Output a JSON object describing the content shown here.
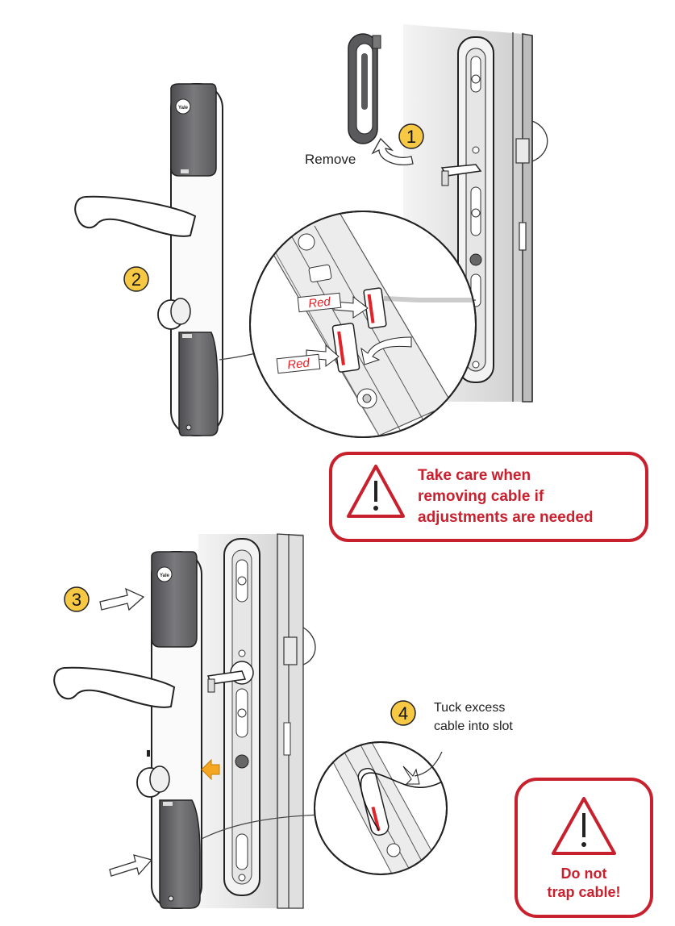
{
  "steps": [
    {
      "number": "1",
      "label": "Remove"
    },
    {
      "number": "2"
    },
    {
      "number": "3"
    },
    {
      "number": "4",
      "label": "Tuck excess\ncable into slot"
    }
  ],
  "connector_labels": [
    "Red",
    "Red"
  ],
  "brand_badge": "Yale",
  "warning_cable": {
    "text": "Take care when\nremoving cable if\nadjustments are needed"
  },
  "warning_trap": {
    "text": "Do not\ntrap cable!"
  },
  "colors": {
    "step_badge": "#f7c843",
    "warning_red": "#c9202e",
    "cover_grey": "#6e6e70",
    "door_grey": "#d8d8d8",
    "connector_red": "#e2232a",
    "indicator_arrow": "#f5a623"
  }
}
